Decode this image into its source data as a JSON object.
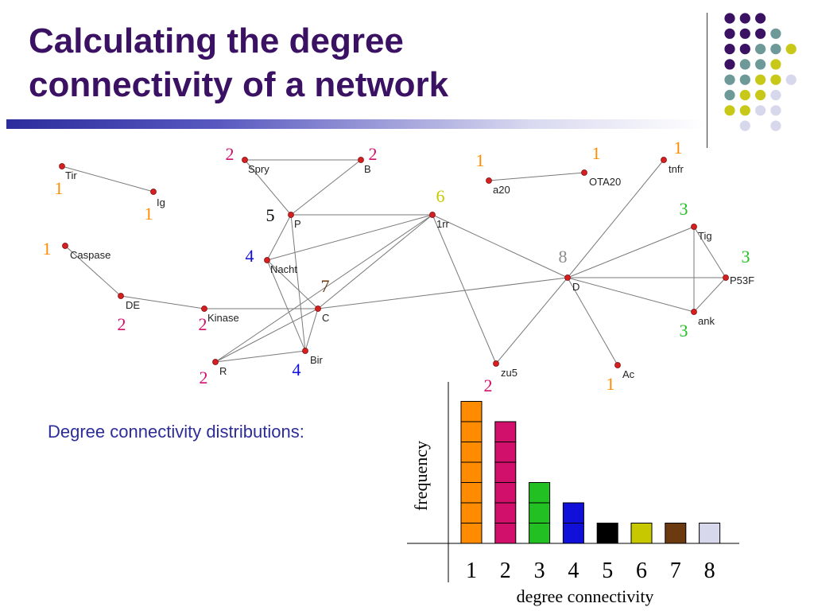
{
  "slide": {
    "title": "Calculating the degree connectivity of a network",
    "subtitle": "Degree connectivity distributions:"
  },
  "colors": {
    "title": "#3b1163",
    "subtitle": "#2d2d9a",
    "node": "#d42020",
    "edge": "#7a7a7a",
    "degree": {
      "1": "#ff8c00",
      "2": "#d0106a",
      "3": "#22c022",
      "4": "#1010d8",
      "5": "#000000",
      "6": "#c8c800",
      "7": "#6b3a10",
      "8": "#8c8c8c"
    },
    "dot_palette": [
      "#3b1163",
      "#6e9999",
      "#c8c818",
      "#d8d8ec"
    ]
  },
  "network": {
    "nodes": [
      {
        "id": "Tir",
        "degree": "1"
      },
      {
        "id": "Ig",
        "degree": "1"
      },
      {
        "id": "Caspase",
        "degree": "1"
      },
      {
        "id": "DE",
        "degree": "2"
      },
      {
        "id": "Kinase",
        "degree": "2"
      },
      {
        "id": "Spry",
        "degree": "2"
      },
      {
        "id": "B",
        "degree": "2"
      },
      {
        "id": "P",
        "degree": "5"
      },
      {
        "id": "Nacht",
        "degree": "4"
      },
      {
        "id": "C",
        "degree": "7"
      },
      {
        "id": "R",
        "degree": "2"
      },
      {
        "id": "Bir",
        "degree": "4"
      },
      {
        "id": "1rr",
        "degree": "6"
      },
      {
        "id": "zu5",
        "degree": "2"
      },
      {
        "id": "a20",
        "degree": "1"
      },
      {
        "id": "OTA20",
        "degree": "1"
      },
      {
        "id": "tnfr",
        "degree": "1"
      },
      {
        "id": "D",
        "degree": "8"
      },
      {
        "id": "Tig",
        "degree": "3"
      },
      {
        "id": "P53F",
        "degree": "3"
      },
      {
        "id": "ank",
        "degree": "3"
      },
      {
        "id": "Ac",
        "degree": "1"
      }
    ],
    "edges": [
      [
        "Tir",
        "Ig"
      ],
      [
        "Caspase",
        "DE"
      ],
      [
        "DE",
        "Kinase"
      ],
      [
        "Kinase",
        "C"
      ],
      [
        "Spry",
        "B"
      ],
      [
        "Spry",
        "P"
      ],
      [
        "B",
        "P"
      ],
      [
        "P",
        "1rr"
      ],
      [
        "P",
        "Nacht"
      ],
      [
        "P",
        "Bir"
      ],
      [
        "Nacht",
        "C"
      ],
      [
        "Nacht",
        "Bir"
      ],
      [
        "Nacht",
        "1rr"
      ],
      [
        "C",
        "1rr"
      ],
      [
        "C",
        "D"
      ],
      [
        "C",
        "R"
      ],
      [
        "C",
        "Bir"
      ],
      [
        "R",
        "Bir"
      ],
      [
        "R",
        "1rr"
      ],
      [
        "1rr",
        "zu5"
      ],
      [
        "1rr",
        "D"
      ],
      [
        "zu5",
        "D"
      ],
      [
        "a20",
        "OTA20"
      ],
      [
        "tnfr",
        "D"
      ],
      [
        "D",
        "Tig"
      ],
      [
        "D",
        "P53F"
      ],
      [
        "D",
        "ank"
      ],
      [
        "D",
        "Ac"
      ],
      [
        "Tig",
        "P53F"
      ],
      [
        "Tig",
        "ank"
      ],
      [
        "P53F",
        "ank"
      ]
    ]
  },
  "chart_data": {
    "type": "bar",
    "categories": [
      "1",
      "2",
      "3",
      "4",
      "5",
      "6",
      "7",
      "8"
    ],
    "values": [
      7,
      6,
      3,
      2,
      1,
      1,
      1,
      1
    ],
    "xlabel": "degree connectivity",
    "ylabel": "frequency",
    "title": "",
    "bar_colors": [
      "#ff8c00",
      "#d0106a",
      "#22c022",
      "#1010d8",
      "#000000",
      "#c8c800",
      "#6b3a10",
      "#d8d8ec"
    ]
  }
}
